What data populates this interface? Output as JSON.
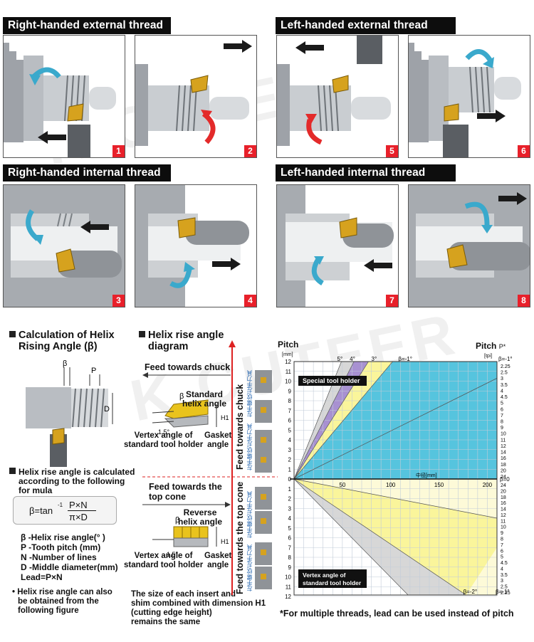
{
  "sections": {
    "rh_ext": "Right-handed external thread",
    "lh_ext": "Left-handed external thread",
    "rh_int": "Right-handed internal thread",
    "lh_int": "Left-handed internal thread"
  },
  "panels": [
    "1",
    "2",
    "3",
    "4",
    "5",
    "6",
    "7",
    "8"
  ],
  "calc": {
    "title1": "Calculation of Helix",
    "title2": "Rising Angle (β)",
    "beta": "β",
    "p": "P",
    "d": "D",
    "note1": "Helix rise angle is calculated",
    "note2": "according to the following",
    "note3": "for mula",
    "formula_lhs": "β=tan",
    "formula_sup": "-1",
    "formula_num": "P×N",
    "formula_den": "π×D",
    "legend": [
      "β -Helix rise angle(° )",
      "P -Tooth pitch (mm)",
      "N -Number of lines",
      "D -Middle diameter(mm)",
      "Lead=P×N"
    ],
    "foot1": "Helix rise angle can also",
    "foot2": "be obtained from the",
    "foot3": "following figure"
  },
  "helix": {
    "title1": "Helix rise angle",
    "title2": "diagram",
    "feed_chuck": "Feed towards chuck",
    "std1": "Standard",
    "std2": "helix angle",
    "beta": "β",
    "deg": "1.5°",
    "h1": "H1",
    "vertex1": "Vertex angle of",
    "vertex2": "standard tool holder",
    "gasket1": "Gasket",
    "gasket2": "angle",
    "feed_cone1": "Feed towards the",
    "feed_cone2": "top cone",
    "rev1": "Reverse",
    "rev2": "helix angle",
    "note1": "The size of each insert and",
    "note2": "shim combined with dimension H1",
    "note3": "(cutting edge height)",
    "note4": "remains the same"
  },
  "chart": {
    "pitch_left": "Pitch",
    "pitch_left_unit": "[mm]",
    "pitch_right": "Pitch",
    "pitch_right_sym": "P*",
    "pitch_right_unit": "[tpi]",
    "vlabel_top": "Feed towards chuck",
    "vlabel_bottom": "Feed towards the top cone",
    "special": "Special tool holder",
    "vertex1": "Vertex angle of",
    "vertex2": "standard tool holder",
    "xunit": "中径[mm]",
    "footnote": "*For multiple threads, lead can be used instead of pitch",
    "cn_label": "左手螺纹/左手刀具"
  },
  "chart_data": {
    "type": "line",
    "x_label": "中径[mm]",
    "x_ticks": [
      50,
      100,
      150,
      200
    ],
    "xlim": [
      0,
      210
    ],
    "y_left_ticks_top": [
      12,
      11,
      10,
      9,
      8,
      7,
      6,
      5,
      4,
      3,
      2,
      1,
      0
    ],
    "y_left_ticks_bottom": [
      1,
      2,
      3,
      4,
      5,
      6,
      7,
      8,
      9,
      10,
      11,
      12
    ],
    "y_right_ticks_top": [
      "2.25",
      "2.5",
      "3",
      "3.5",
      "4",
      "4.5",
      "5",
      "6",
      "7",
      "8",
      "9",
      "10",
      "11",
      "12",
      "14",
      "16",
      "18",
      "20",
      "24"
    ],
    "y_right_ticks_bottom": [
      "24",
      "20",
      "18",
      "16",
      "14",
      "12",
      "11",
      "10",
      "9",
      "8",
      "7",
      "6",
      "5",
      "4.5",
      "4",
      "3.5",
      "3",
      "2.5",
      "2.25"
    ],
    "angle_lines": [
      {
        "name": "5°"
      },
      {
        "name": "4°"
      },
      {
        "name": "3°"
      },
      {
        "name": "β=-1°"
      },
      {
        "name": "β=0"
      },
      {
        "name": "β=-2°"
      },
      {
        "name": "β=-1°"
      }
    ],
    "colors": {
      "blue": "#56c4de",
      "yellow": "#faf59b",
      "purple": "#a891d1",
      "grey": "#d7d7d7",
      "cream": "#fdfad8"
    }
  }
}
